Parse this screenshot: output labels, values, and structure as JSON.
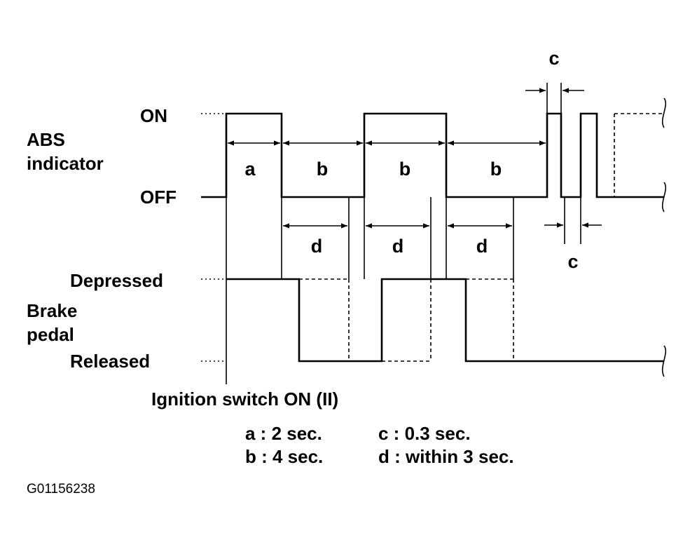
{
  "abs_label_line1": "ABS",
  "abs_label_line2": "indicator",
  "on_label": "ON",
  "off_label": "OFF",
  "brake_label_line1": "Brake",
  "brake_label_line2": "pedal",
  "depressed_label": "Depressed",
  "released_label": "Released",
  "ignition_label": "Ignition switch ON (II)",
  "interval_letters": {
    "a": "a",
    "b": "b",
    "c": "c",
    "d": "d"
  },
  "legend": {
    "a": "a : 2 sec.",
    "b": "b : 4 sec.",
    "c": "c : 0.3 sec.",
    "d": "d : within 3 sec."
  },
  "figure_id": "G01156238"
}
